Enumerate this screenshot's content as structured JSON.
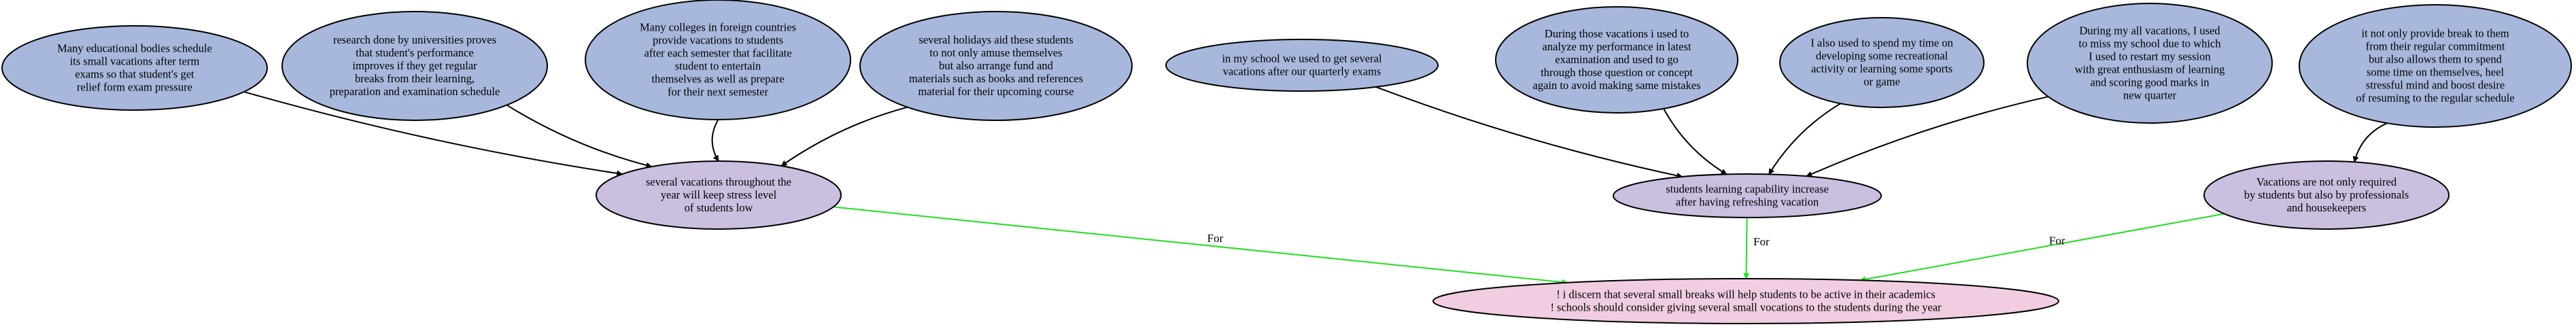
{
  "colors": {
    "premise": "#a8b8dc",
    "claim": "#cbbfe0",
    "conclusion": "#f0cde0",
    "edge_default": "#000000",
    "edge_for": "#22dd22"
  },
  "nodes": {
    "p1": {
      "kind": "premise",
      "lines": [
        "Many educational bodies schedule",
        "its small vacations after term",
        "exams so that student's get",
        "relief form exam pressure"
      ]
    },
    "p2": {
      "kind": "premise",
      "lines": [
        "research done by universities proves",
        "that student's performance",
        "improves if they get regular",
        "breaks from their learning,",
        "preparation and examination schedule"
      ]
    },
    "p3": {
      "kind": "premise",
      "lines": [
        "Many colleges in foreign countries",
        "provide vacations to students",
        "after each semester that facilitate",
        "student to entertain",
        "themselves as well as prepare",
        "for their next semester"
      ]
    },
    "p4": {
      "kind": "premise",
      "lines": [
        "several holidays aid these students",
        "to not only amuse themselves",
        "but also arrange fund and",
        "materials such as books and references",
        "material for their upcoming course"
      ]
    },
    "p5": {
      "kind": "premise",
      "lines": [
        "in my school we used to get several",
        "vacations after our quarterly exams"
      ]
    },
    "p6": {
      "kind": "premise",
      "lines": [
        "During those vacations i used to",
        "analyze my performance in latest",
        "examination and used to go",
        "through those question or concept",
        "again to avoid making same mistakes"
      ]
    },
    "p7": {
      "kind": "premise",
      "lines": [
        "I also used to spend my time on",
        "developing some recreational",
        "activity or learning some sports",
        "or game"
      ]
    },
    "p8": {
      "kind": "premise",
      "lines": [
        "During my all vacations, I used",
        "to miss my school due to which",
        "I used to restart my session",
        "with great enthusiasm of learning",
        "and scoring good marks in",
        "new quarter"
      ]
    },
    "p9": {
      "kind": "premise",
      "lines": [
        "it not only provide break to them",
        "from their regular commitment",
        "but also allows them to spend",
        "some time on themselves, heel",
        "stressful mind and boost desire",
        "of resuming to the regular schedule"
      ]
    },
    "c1": {
      "kind": "claim",
      "lines": [
        "several vacations throughout the",
        "year will keep stress level",
        "of students low"
      ]
    },
    "c2": {
      "kind": "claim",
      "lines": [
        "students learning capability increase",
        "after having refreshing vacation"
      ]
    },
    "c3": {
      "kind": "claim",
      "lines": [
        "Vacations are not only required",
        "by students but also by professionals",
        "and housekeepers"
      ]
    },
    "mc": {
      "kind": "conclusion",
      "lines": [
        "! i discern that several small breaks will help students to be active in their academics",
        "! schools should consider giving several small vocations to the students during the year"
      ]
    }
  },
  "edges": [
    {
      "from": "p1",
      "to": "c1",
      "label": ""
    },
    {
      "from": "p2",
      "to": "c1",
      "label": ""
    },
    {
      "from": "p3",
      "to": "c1",
      "label": ""
    },
    {
      "from": "p4",
      "to": "c1",
      "label": ""
    },
    {
      "from": "p5",
      "to": "c2",
      "label": ""
    },
    {
      "from": "p6",
      "to": "c2",
      "label": ""
    },
    {
      "from": "p7",
      "to": "c2",
      "label": ""
    },
    {
      "from": "p8",
      "to": "c2",
      "label": ""
    },
    {
      "from": "p9",
      "to": "c3",
      "label": ""
    },
    {
      "from": "c1",
      "to": "mc",
      "label": "For"
    },
    {
      "from": "c2",
      "to": "mc",
      "label": "For"
    },
    {
      "from": "c3",
      "to": "mc",
      "label": "For"
    }
  ]
}
